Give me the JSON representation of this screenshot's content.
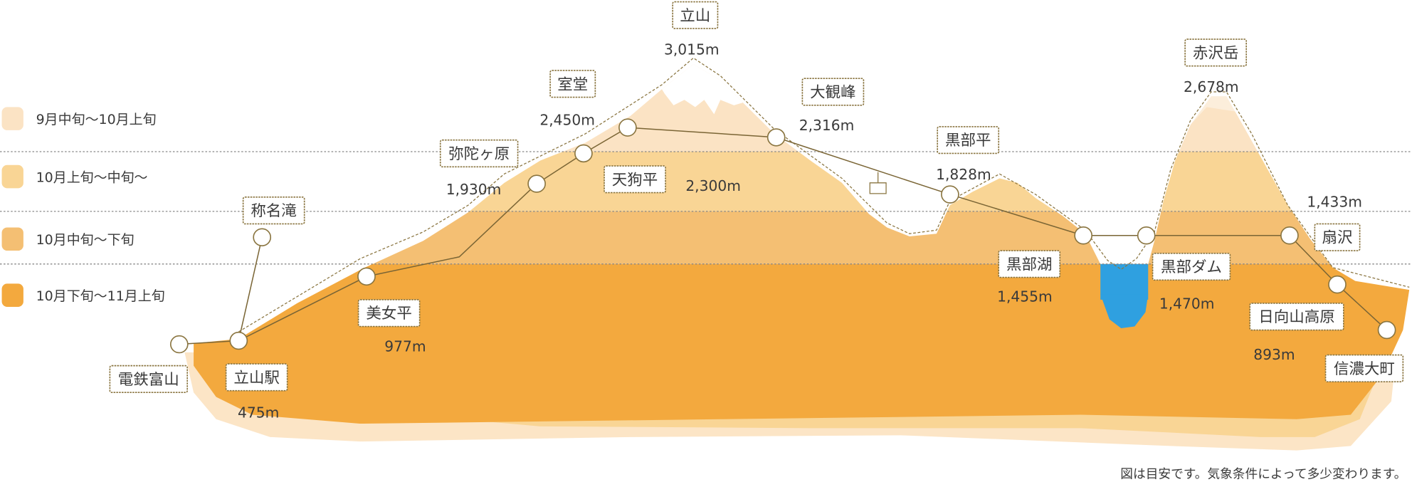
{
  "legend": [
    {
      "label": "9月中旬〜10月上旬",
      "color": "#fbe3c4"
    },
    {
      "label": "10月上旬〜中旬〜",
      "color": "#f9d595"
    },
    {
      "label": "10月中旬〜下旬",
      "color": "#f4bf73"
    },
    {
      "label": "10月下旬〜11月上旬",
      "color": "#f3a93e"
    }
  ],
  "lake_color": "#2fa0e0",
  "stations": [
    {
      "name": "電鉄富山",
      "elev": ""
    },
    {
      "name": "立山駅",
      "elev": "475m"
    },
    {
      "name": "称名滝",
      "elev": ""
    },
    {
      "name": "美女平",
      "elev": "977m"
    },
    {
      "name": "弥陀ヶ原",
      "elev": "1,930m"
    },
    {
      "name": "天狗平",
      "elev": "2,300m"
    },
    {
      "name": "室堂",
      "elev": "2,450m"
    },
    {
      "name": "立山",
      "elev": "3,015m"
    },
    {
      "name": "大観峰",
      "elev": "2,316m"
    },
    {
      "name": "黒部平",
      "elev": "1,828m"
    },
    {
      "name": "黒部湖",
      "elev": "1,455m"
    },
    {
      "name": "黒部ダム",
      "elev": "1,470m"
    },
    {
      "name": "赤沢岳",
      "elev": "2,678m"
    },
    {
      "name": "扇沢",
      "elev": "1,433m"
    },
    {
      "name": "日向山高原",
      "elev": "893m"
    },
    {
      "name": "信濃大町",
      "elev": ""
    }
  ],
  "note": "図は目安です。気象条件によって多少変わります。"
}
